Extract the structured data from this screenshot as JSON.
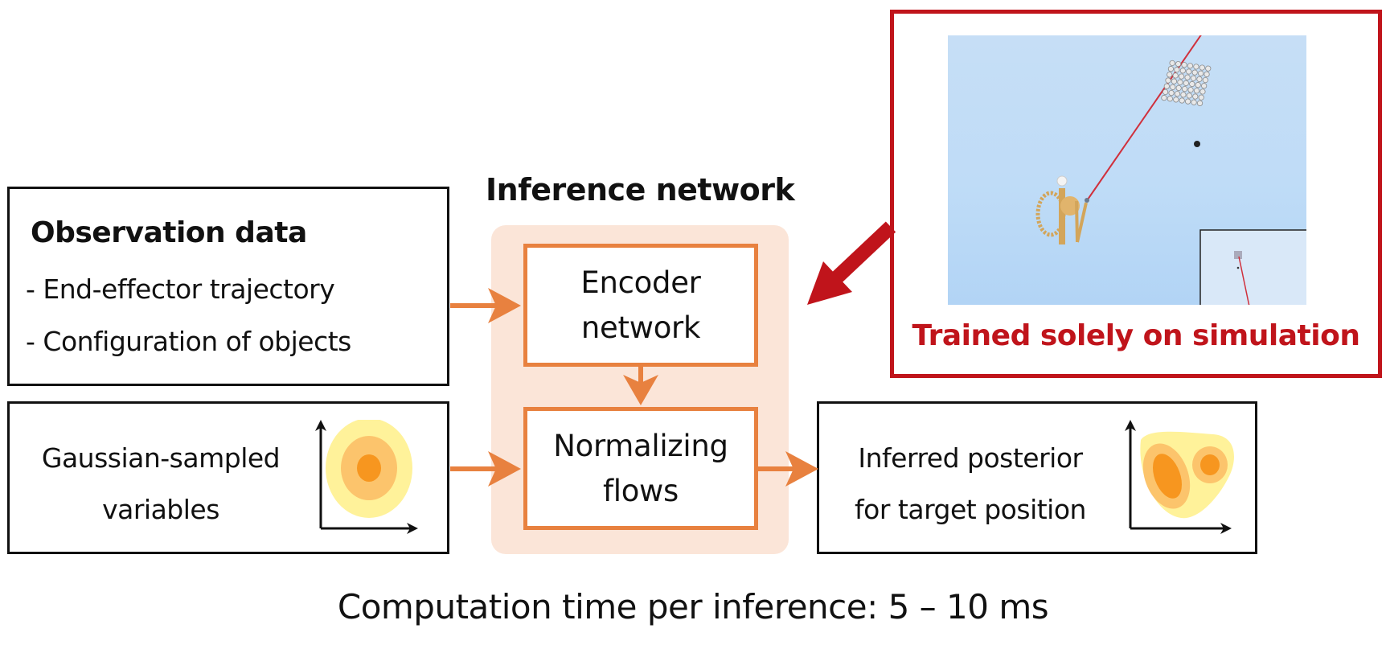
{
  "observation": {
    "title": "Observation data",
    "items": [
      "- End-effector trajectory",
      "- Configuration of objects"
    ]
  },
  "gaussian": {
    "label_line1": "Gaussian-sampled",
    "label_line2": "variables"
  },
  "inference_network": {
    "title": "Inference network",
    "encoder": {
      "line1": "Encoder",
      "line2": "network"
    },
    "flows": {
      "line1": "Normalizing",
      "line2": "flows"
    }
  },
  "posterior": {
    "label_line1": "Inferred posterior",
    "label_line2": "for target position"
  },
  "simulation": {
    "caption": "Trained solely on simulation"
  },
  "footer": "Computation time per inference: 5 – 10 ms",
  "colors": {
    "accent_orange": "#e8813f",
    "panel_fill": "#fbe5d8",
    "sim_red": "#c0141b",
    "density_outer": "#fff29a",
    "density_mid": "#fcc46c",
    "density_inner": "#f7961f"
  }
}
